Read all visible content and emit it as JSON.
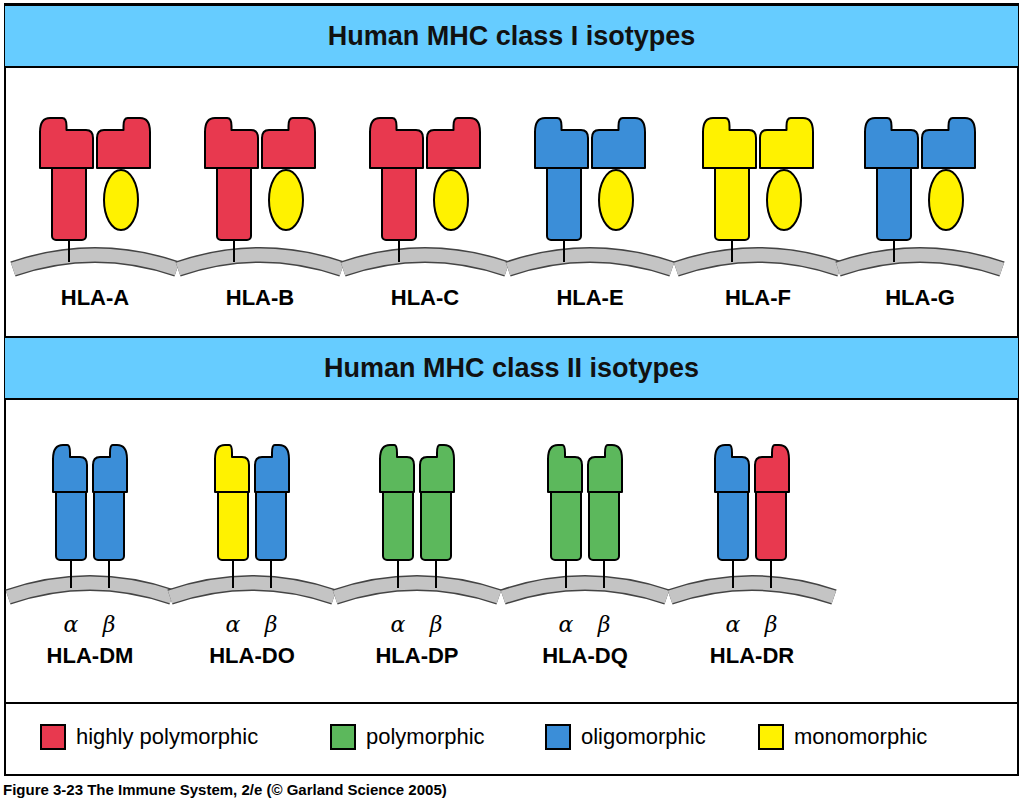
{
  "diagram": {
    "caption": "Figure 3-23 The Immune System, 2/e (© Garland Science 2005)",
    "nodes": [
      {
        "text": [
          "Human MHC class I isotypes"
        ]
      },
      {
        "text": [
          "Human MHC class II isotypes"
        ]
      }
    ],
    "labels": [
      "HLA-A",
      "HLA-B",
      "HLA-C",
      "HLA-E",
      "HLA-F",
      "HLA-G",
      "α",
      "β",
      "α",
      "β",
      "α",
      "β",
      "α",
      "β",
      "α",
      "β",
      "HLA-DM",
      "HLA-DO",
      "HLA-DP",
      "HLA-DQ",
      "HLA-DR"
    ],
    "legend": [
      {
        "text": "highly polymorphic",
        "color": "#e8394f"
      },
      {
        "text": "polymorphic",
        "color": "#5cb85c"
      },
      {
        "text": "oligomorphic",
        "color": "#3b8ed8"
      },
      {
        "text": "monomorphic",
        "color": "#fff200"
      }
    ]
  }
}
